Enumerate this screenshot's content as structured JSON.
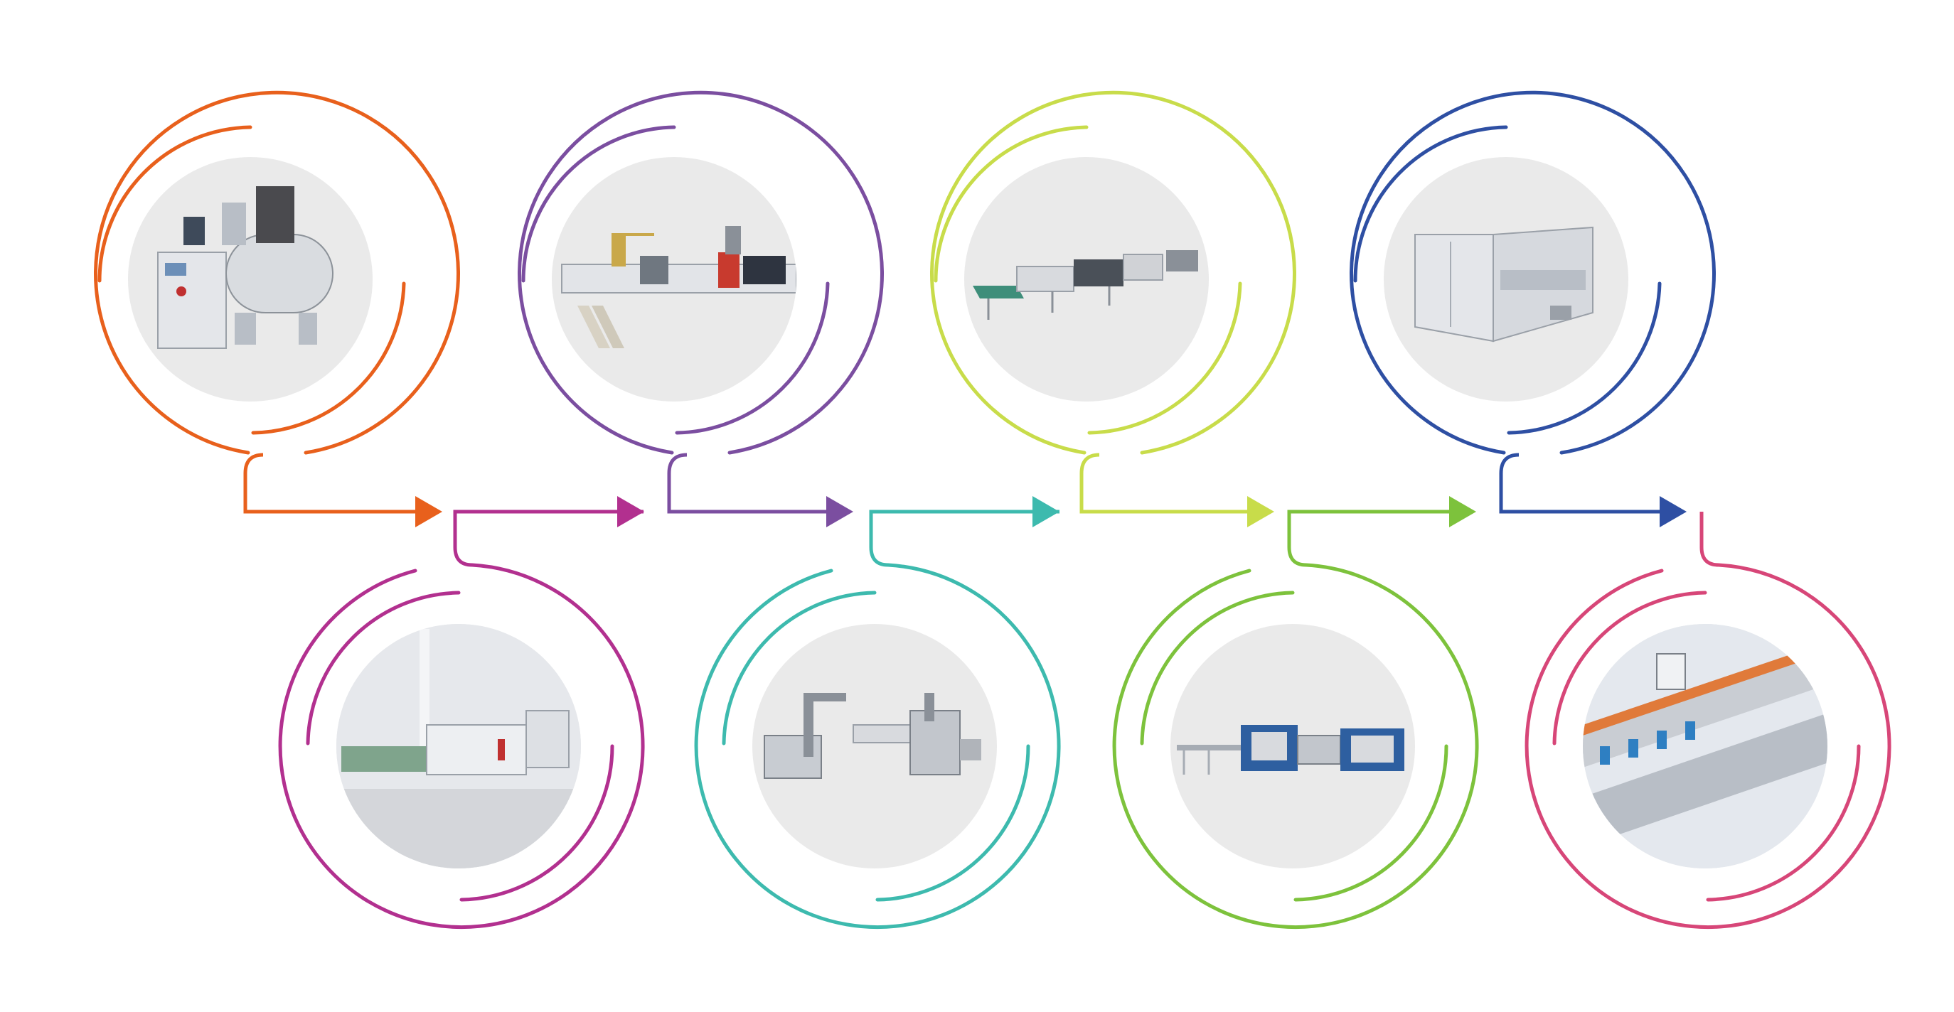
{
  "diagram": {
    "kind": "process-flow",
    "stages": [
      {
        "id": "stage-1",
        "equipment": "high-speed-mixer",
        "color": "#E8601C",
        "row": "top"
      },
      {
        "id": "stage-2",
        "equipment": "extrusion-workshop",
        "color": "#B2308F",
        "row": "bottom"
      },
      {
        "id": "stage-3",
        "equipment": "extrusion-line",
        "color": "#7B4EA0",
        "row": "top"
      },
      {
        "id": "stage-4",
        "equipment": "automatic-stacker",
        "color": "#3DBAAE",
        "row": "bottom"
      },
      {
        "id": "stage-5",
        "equipment": "uv-coating-line",
        "color": "#C8DC4A",
        "row": "top"
      },
      {
        "id": "stage-6",
        "equipment": "slotting-machine",
        "color": "#7DC23C",
        "row": "bottom"
      },
      {
        "id": "stage-7",
        "equipment": "embossing-machine",
        "color": "#2E4FA3",
        "row": "top"
      },
      {
        "id": "stage-8",
        "equipment": "packing-line",
        "color": "#D74678",
        "row": "bottom"
      }
    ],
    "photo_background": "#EAEAEA"
  }
}
